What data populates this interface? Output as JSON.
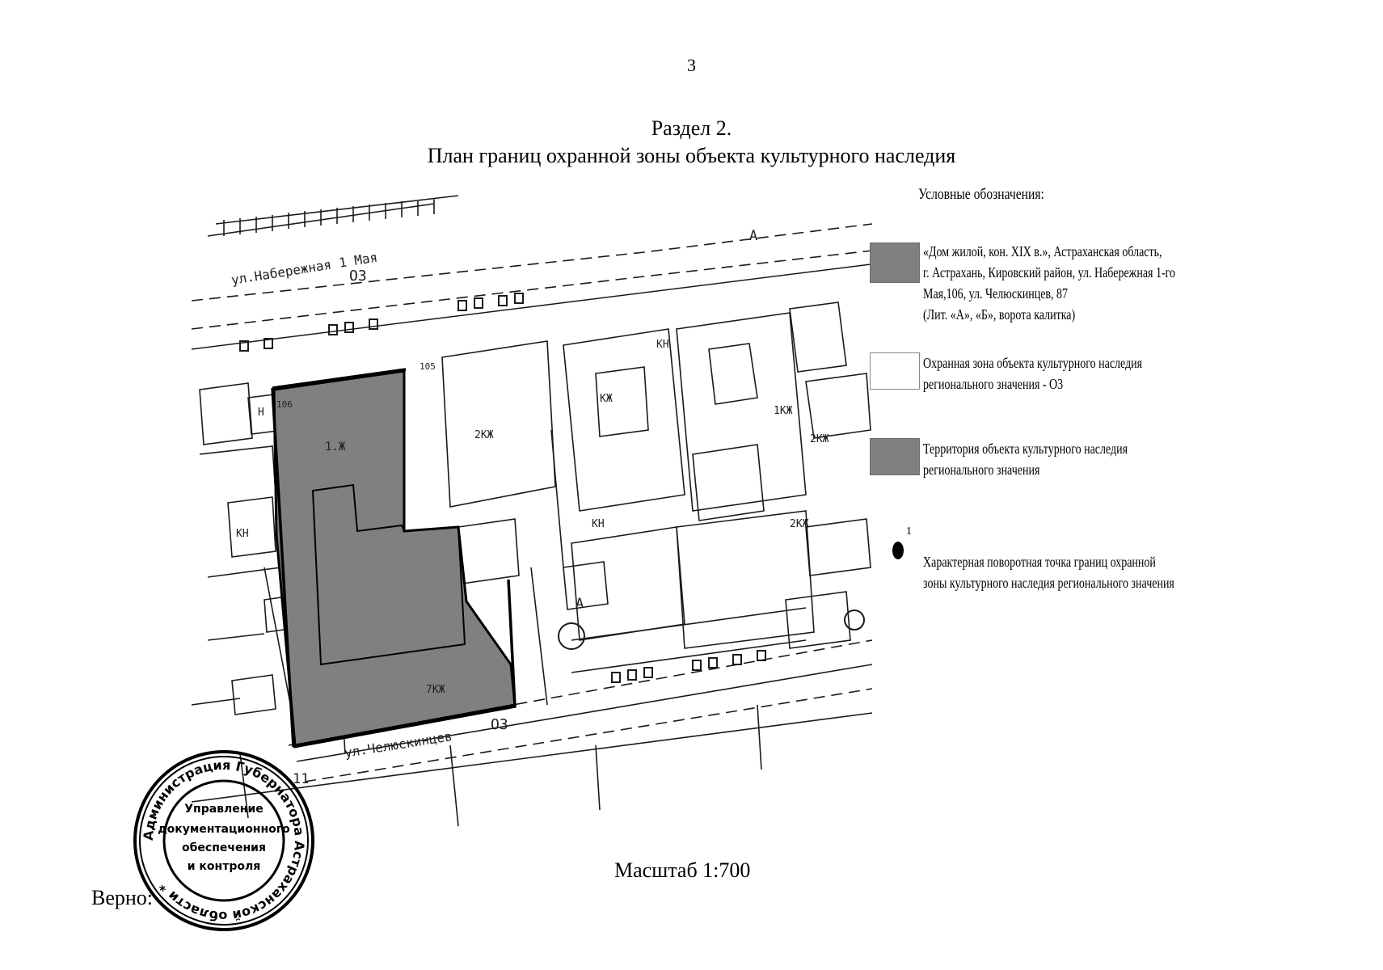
{
  "page": {
    "number": "3",
    "section": "Раздел 2.",
    "title": "План границ охранной зоны объекта культурного наследия"
  },
  "map": {
    "labels": {
      "street_top": "ул.Набережная 1 Мая",
      "zone_top": "О3",
      "street_bottom": "ул.Челюскинцев",
      "zone_bottom": "О3",
      "point_11": "11",
      "building_main": "1.Ж",
      "building_bottom": "7КЖ",
      "building_2kzh": "2КЖ",
      "building_kzh": "КЖ",
      "building_2kzh_right": "2КЖ",
      "building_1kzh_right": "1КЖ",
      "building_kn": "КН",
      "building_kn2": "КН",
      "building_2kzh_lower": "2КЖ",
      "building_n": "Н",
      "building_kn_left": "КН",
      "section_a_top": "А",
      "section_a_mid": "А",
      "pt_105": "105",
      "pt_106": "106"
    }
  },
  "legend": {
    "heading": "Условные обозначения:",
    "items": [
      {
        "lines": [
          "«Дом жилой, кон. XIX в.», Астраханская область,",
          "г. Астрахань, Кировский район, ул. Набережная 1-го",
          "Мая,106, ул. Челюскинцев, 87",
          "(Лит. «А», «Б», ворота калитка)"
        ]
      },
      {
        "lines": [
          "Охранная зона объекта культурного наследия",
          "регионального значения - О3"
        ]
      },
      {
        "lines": [
          "Территория объекта культурного наследия",
          "регионального значения"
        ]
      },
      {
        "point_label": "1",
        "lines": [
          "Характерная поворотная точка границ охранной",
          "зоны культурного наследия регионального значения"
        ]
      }
    ]
  },
  "scale": "Масштаб 1:700",
  "verno": "Верно:",
  "stamp": {
    "ring_text": "Администрация Губернатора Астраханской области *",
    "center_lines": [
      "Управление",
      "документационного",
      "обеспечения",
      "и контроля"
    ]
  },
  "colors": {
    "territory_fill": "#808080",
    "line": "#1a1a1a"
  }
}
